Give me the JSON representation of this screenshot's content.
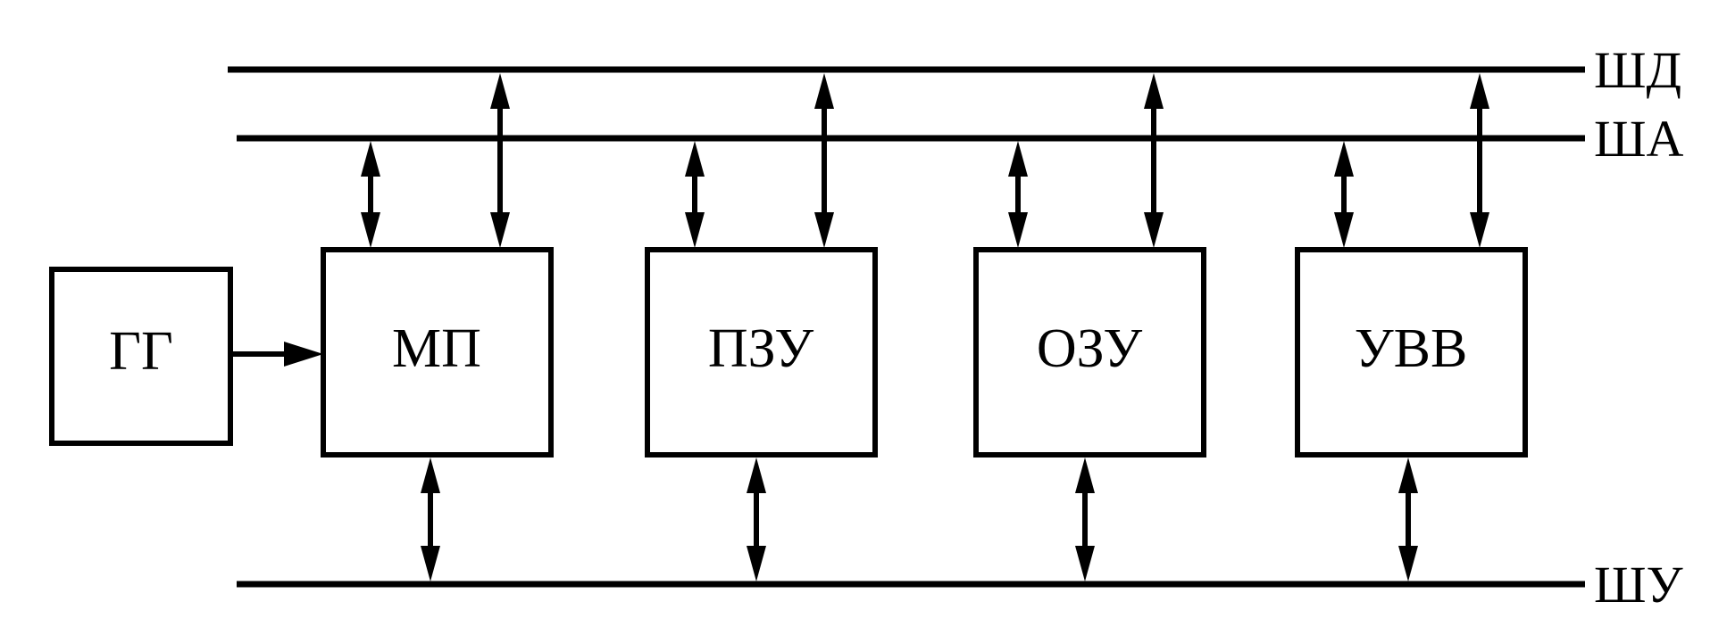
{
  "buses": {
    "data": {
      "label": "ШД"
    },
    "address": {
      "label": "ША"
    },
    "control": {
      "label": "ШУ"
    }
  },
  "blocks": [
    {
      "id": "gg",
      "label": "ГГ"
    },
    {
      "id": "mp",
      "label": "МП"
    },
    {
      "id": "pzu",
      "label": "ПЗУ"
    },
    {
      "id": "ozu",
      "label": "ОЗУ"
    },
    {
      "id": "uvv",
      "label": "УВВ"
    }
  ]
}
